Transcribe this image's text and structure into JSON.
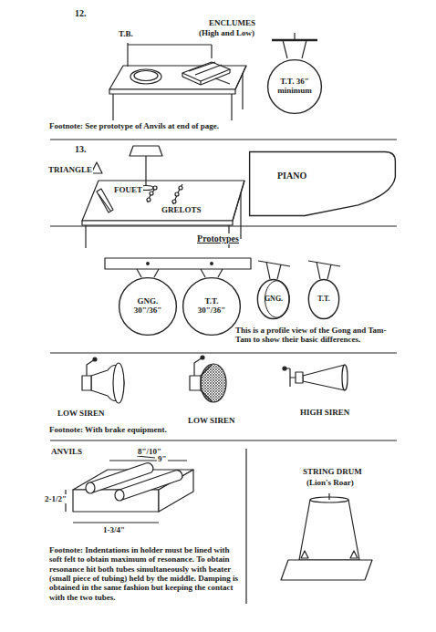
{
  "diagram": {
    "nodes": [
      {
        "text": [
          "T.T. 36\" minimum"
        ]
      },
      {
        "text": [
          "PIANO"
        ]
      },
      {
        "text": [
          "GNG. 30\"/36\""
        ]
      },
      {
        "text": [
          "T.T. 30\"/36\""
        ]
      },
      {
        "text": [
          "GNG."
        ]
      },
      {
        "text": [
          "T.T."
        ]
      }
    ],
    "labels": [
      "12.",
      "T.B.",
      "ENCLUMES",
      "(High and Low)",
      "Footnote: See prototype of Anvils at end of page.",
      "13.",
      "TRIANGLE",
      "FOUET",
      "GRELOTS",
      "Prototypes",
      "This is a profile view of the Gong and Tam-Tam to show their basic differences.",
      "LOW SIREN",
      "LOW SIREN",
      "HIGH SIREN",
      "Footnote: With brake equipment.",
      "ANVILS",
      "8\"/10\"",
      "9\"",
      "2-1/2\"",
      "1-3/4\"",
      "Footnote: Indentations in holder must be lined with soft felt to obtain maximum of resonance. To obtain resonance hit both tubes simultaneously with beater (small piece of tubing) held by the middle. Damping is obtained in the same fashion but keeping the contact with the two tubes.",
      "STRING DRUM",
      "(Lion's Roar)"
    ]
  }
}
